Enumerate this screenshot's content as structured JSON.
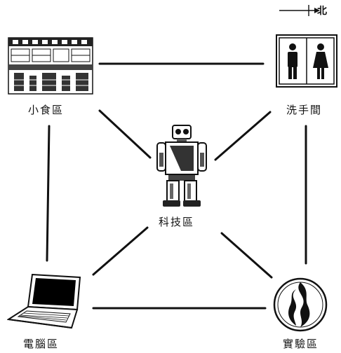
{
  "compass": {
    "label": "北"
  },
  "nodes": {
    "snack": {
      "label": "小食區",
      "icon": "snack-bar-icon"
    },
    "restroom": {
      "label": "洗手間",
      "icon": "restroom-sign-icon"
    },
    "tech": {
      "label": "科技區",
      "icon": "robot-icon"
    },
    "computer": {
      "label": "電腦區",
      "icon": "laptop-icon"
    },
    "lab": {
      "label": "實驗區",
      "icon": "flame-emblem-icon"
    }
  },
  "edges": [
    [
      "snack",
      "restroom"
    ],
    [
      "snack",
      "computer"
    ],
    [
      "restroom",
      "lab"
    ],
    [
      "computer",
      "lab"
    ],
    [
      "snack",
      "tech"
    ],
    [
      "restroom",
      "tech"
    ],
    [
      "computer",
      "tech"
    ],
    [
      "lab",
      "tech"
    ]
  ]
}
